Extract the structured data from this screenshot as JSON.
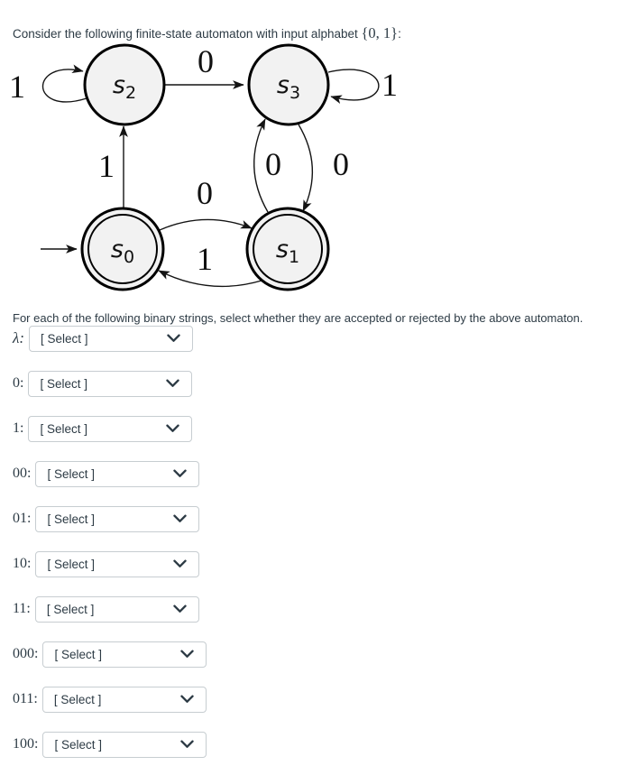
{
  "page": {
    "prompt": "Consider the following finite-state automaton with input alphabet ",
    "alphabet": "{0, 1}",
    "prompt_suffix": ":",
    "instruction": "For each of the following binary strings, select whether they are accepted or rejected by the above automaton."
  },
  "colors": {
    "text": "#2D3B45",
    "select_border": "#C7CDD1",
    "state_fill": "#f2f2f2",
    "stroke": "#000000"
  },
  "automaton": {
    "input_alphabet": "{0, 1}",
    "states": [
      {
        "name": "s",
        "sub": "0",
        "accepting": true,
        "start": true
      },
      {
        "name": "s",
        "sub": "1",
        "accepting": true,
        "start": false
      },
      {
        "name": "s",
        "sub": "2",
        "accepting": false,
        "start": false
      },
      {
        "name": "s",
        "sub": "3",
        "accepting": false,
        "start": false
      }
    ],
    "transitions": [
      {
        "from": "s2",
        "to": "s2",
        "on": "1"
      },
      {
        "from": "s2",
        "to": "s3",
        "on": "0"
      },
      {
        "from": "s3",
        "to": "s3",
        "on": "1"
      },
      {
        "from": "s0",
        "to": "s2",
        "on": "1"
      },
      {
        "from": "s1",
        "to": "s3",
        "on": "0"
      },
      {
        "from": "s3",
        "to": "s1",
        "on": "0"
      },
      {
        "from": "s0",
        "to": "s1",
        "on": "0"
      },
      {
        "from": "s1",
        "to": "s0",
        "on": "1"
      }
    ]
  },
  "rows": [
    {
      "label": "λ:",
      "value": "[ Select ]"
    },
    {
      "label": "0:",
      "value": "[ Select ]"
    },
    {
      "label": "1:",
      "value": "[ Select ]"
    },
    {
      "label": "00:",
      "value": "[ Select ]"
    },
    {
      "label": "01:",
      "value": "[ Select ]"
    },
    {
      "label": "10:",
      "value": "[ Select ]"
    },
    {
      "label": "11:",
      "value": "[ Select ]"
    },
    {
      "label": "000:",
      "value": "[ Select ]"
    },
    {
      "label": "011:",
      "value": "[ Select ]"
    },
    {
      "label": "100:",
      "value": "[ Select ]"
    }
  ]
}
